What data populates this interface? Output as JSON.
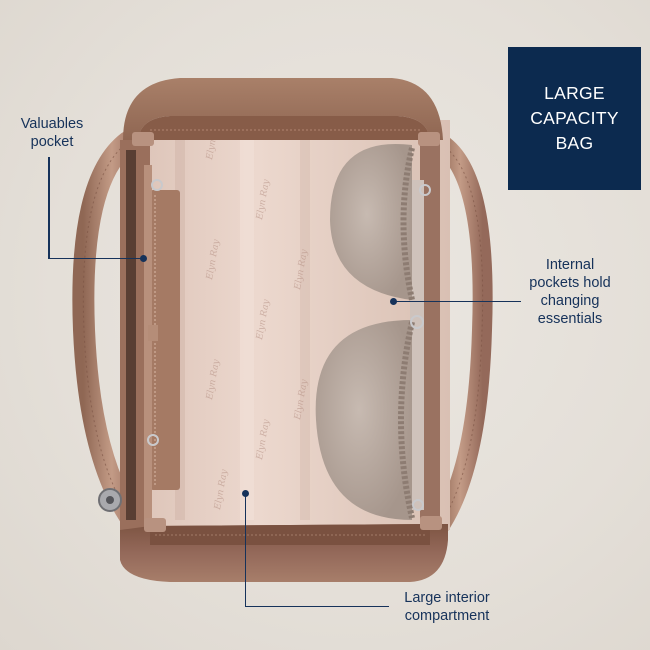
{
  "badge": {
    "lines": [
      "LARGE",
      "CAPACITY",
      "BAG"
    ],
    "background_color": "#0c2a4f",
    "text_color": "#ffffff"
  },
  "callouts": [
    {
      "id": "valuables-pocket",
      "lines": [
        "Valuables",
        "pocket"
      ]
    },
    {
      "id": "internal-pockets",
      "lines": [
        "Internal",
        "pockets hold",
        "changing",
        "essentials"
      ]
    },
    {
      "id": "large-interior",
      "lines": [
        "Large interior",
        "compartment"
      ]
    }
  ],
  "colors": {
    "background": "#e6e1db",
    "leather": "#a57a64",
    "leather_dark": "#7e5644",
    "lining": "#e5cfc5",
    "pocket_fabric": "#b8aaa1",
    "callout": "#16325a"
  },
  "image": {
    "subject": "Top-down view of open tan leather tote bag showing interior lining and elasticated side pockets"
  }
}
